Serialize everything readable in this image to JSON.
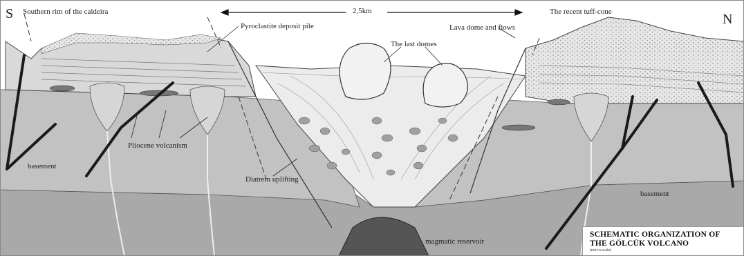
{
  "labels": {
    "south": "S",
    "north": "N",
    "southern_rim": "Southern rim of the caldeira",
    "pyroclastite": "Pyroclastite deposit pile",
    "last_domes": "The last domes",
    "scale": "2,5km",
    "lava_dome": "Lava dome and flows",
    "tuff_cone": "The recent tuff-cone",
    "pliocene": "Pliocene volcanism",
    "basement_left": "basement",
    "diatrem": "Diatrem uplifting",
    "basement_right": "basement",
    "reservoir": "magmatic reservoir"
  },
  "title": {
    "line1": "SCHEMATIC ORGANIZATION OF",
    "line2": "THE GÖLCÜK VOLCANO",
    "note": "(not to scale)"
  },
  "colors": {
    "basement": "#a9a9a9",
    "mid_layer": "#c4c4c4",
    "upper_layer": "#dcdcdc",
    "deposits": "#ececec",
    "dome": "#f2f2f2",
    "fault": "#1a1a1a"
  }
}
